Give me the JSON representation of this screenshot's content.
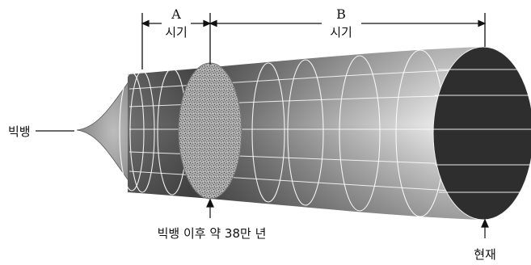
{
  "labels": {
    "big_bang": "빅뱅",
    "period_a_letter": "A",
    "period_a_word": "시기",
    "period_b_letter": "B",
    "period_b_word": "시기",
    "after_big_bang": "빅뱅 이후 약 38만 년",
    "present": "현재"
  }
}
